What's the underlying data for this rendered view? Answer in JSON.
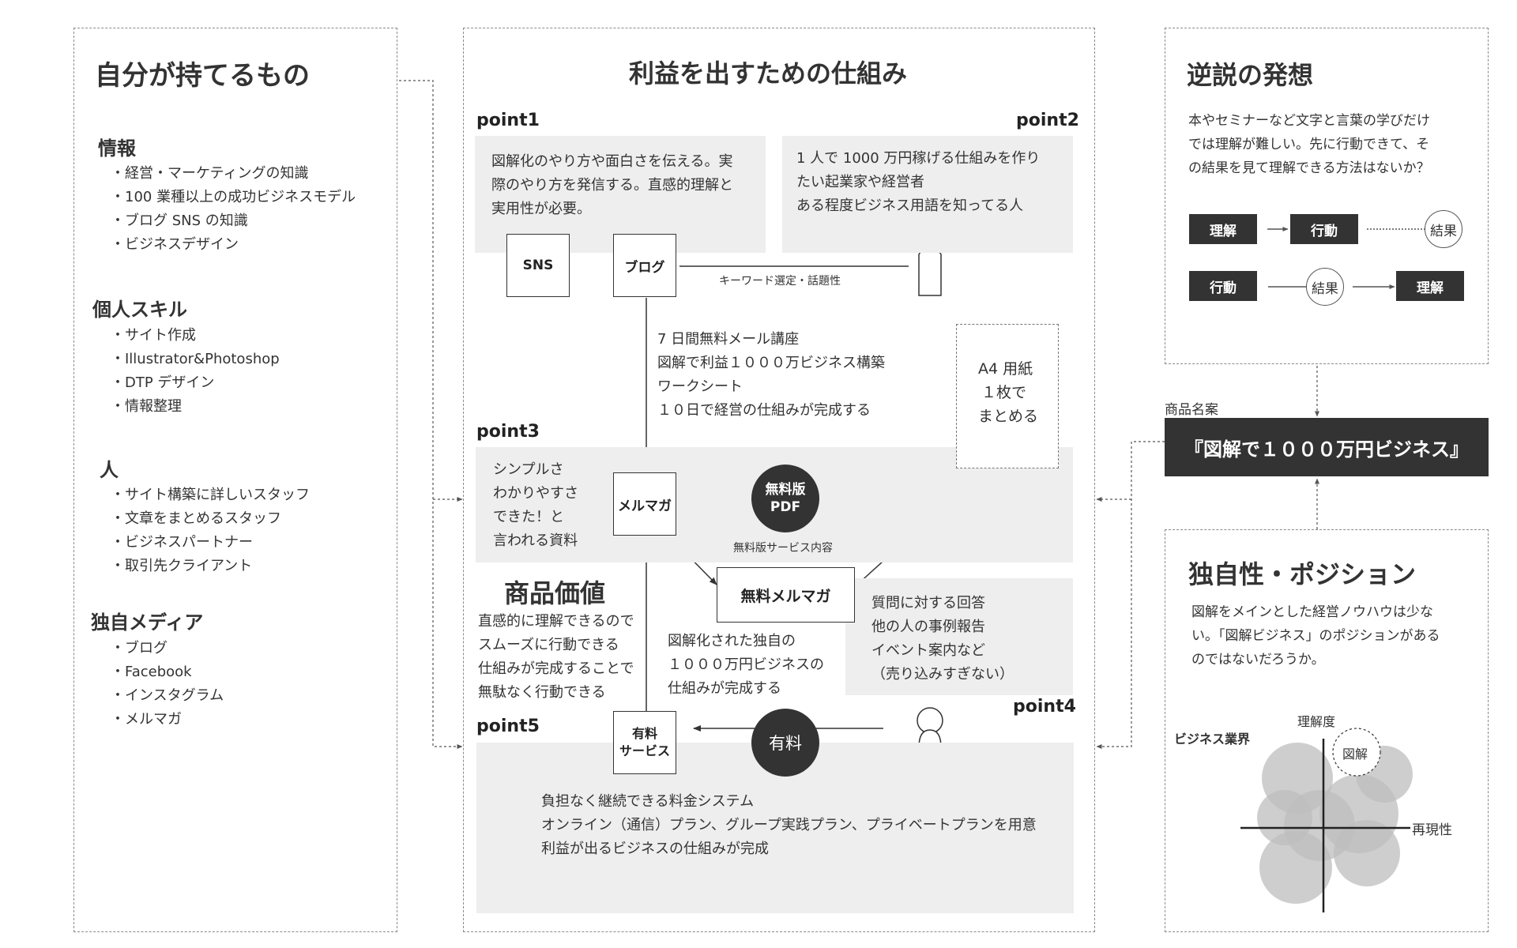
{
  "left": {
    "title": "自分が持てるもの",
    "sections": [
      {
        "heading": "情報",
        "items": [
          "経営・マーケティングの知識",
          "100 業種以上の成功ビジネスモデル",
          "ブログ SNS の知識",
          "ビジネスデザイン"
        ]
      },
      {
        "heading": "個人スキル",
        "items": [
          "サイト作成",
          "Illustrator&Photoshop",
          "DTP デザイン",
          "情報整理"
        ]
      },
      {
        "heading": "人",
        "items": [
          "サイト構築に詳しいスタッフ",
          "文章をまとめるスタッフ",
          "ビジネスパートナー",
          "取引先クライアント"
        ]
      },
      {
        "heading": "独自メディア",
        "items": [
          "ブログ",
          "Facebook",
          "インスタグラム",
          "メルマガ"
        ]
      }
    ]
  },
  "center": {
    "title": "利益を出すための仕組み",
    "point1": {
      "label": "point1",
      "lines": [
        "図解化のやり方や面白さを伝える。実",
        "際のやり方を発信する。直感的理解と",
        "実用性が必要。"
      ]
    },
    "point2": {
      "label": "point2",
      "lines": [
        "1 人で 1000 万円稼げる仕組みを作り",
        "たい起業家や経営者",
        "ある程度ビジネス用語を知ってる人"
      ]
    },
    "sns": "SNS",
    "blog": "ブログ",
    "keyword": "キーワード選定・話題性",
    "mail_course": [
      "7 日間無料メール講座",
      "図解で利益１０００万ビジネス構築",
      "ワークシート",
      "１０日で経営の仕組みが完成する"
    ],
    "a4": [
      "A4 用紙",
      "１枚で",
      "まとめる"
    ],
    "point3": {
      "label": "point3",
      "lines": [
        "シンプルさ",
        "わかりやすさ",
        "できた！と",
        "言われる資料"
      ]
    },
    "merumaga": "メルマガ",
    "free_pdf": [
      "無料版",
      "PDF"
    ],
    "free_service": "無料版サービス内容",
    "free_merumaga": "無料メルマガ",
    "product_value": {
      "heading": "商品価値",
      "lines": [
        "直感的に理解できるので",
        "スムーズに行動できる",
        "仕組みが完成することで",
        "無駄なく行動できる"
      ]
    },
    "zukai_lines": [
      "図解化された独自の",
      "１０００万円ビジネスの",
      "仕組みが完成する"
    ],
    "point4": {
      "label": "point4",
      "lines": [
        "質問に対する回答",
        "他の人の事例報告",
        "イベント案内など",
        "（売り込みすぎない）"
      ]
    },
    "point5": {
      "label": "point5",
      "lines": [
        "負担なく継続できる料金システム",
        "オンライン（通信）プラン、グループ実践プラン、プライベートプランを用意",
        "利益が出るビジネスの仕組みが完成"
      ]
    },
    "paid_service": [
      "有料",
      "サービス"
    ],
    "paid": "有料"
  },
  "right": {
    "paradox": {
      "title": "逆説の発想",
      "lines": [
        "本やセミナーなど文字と言葉の学びだけ",
        "では理解が難しい。先に行動できて、そ",
        "の結果を見て理解できる方法はないか？"
      ],
      "row1": [
        "理解",
        "行動",
        "結果"
      ],
      "row2": [
        "行動",
        "結果",
        "理解"
      ]
    },
    "product_label": "商品名案",
    "product_name": "『図解で１０００万円ビジネス』",
    "position": {
      "title": "独自性・ポジション",
      "lines": [
        "図解をメインとした経営ノウハウは少な",
        "い。「図解ビジネス」のポジションがある",
        "のではないだろうか。"
      ],
      "industry": "ビジネス業界",
      "axis_y": "理解度",
      "axis_x": "再現性",
      "zukai": "図解"
    }
  }
}
